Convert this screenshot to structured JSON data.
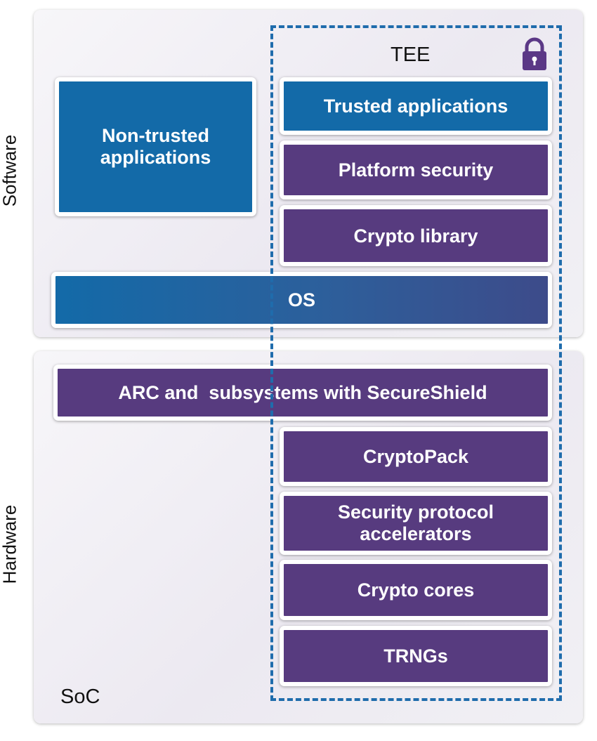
{
  "panels": {
    "software_label": "Software",
    "hardware_label": "Hardware",
    "soc_label": "SoC"
  },
  "tee": {
    "label": "TEE",
    "icon": "lock-icon"
  },
  "software": {
    "non_trusted": [
      "Non-trusted",
      "applications"
    ],
    "trusted_apps": "Trusted applications",
    "platform_security": "Platform security",
    "crypto_library": "Crypto library",
    "os": "OS"
  },
  "hardware": {
    "arc": "ARC and  subsystems with SecureShield",
    "cryptopack": "CryptoPack",
    "security_accel": [
      "Security protocol",
      "accelerators"
    ],
    "crypto_cores": "Crypto cores",
    "trngs": "TRNGs"
  },
  "colors": {
    "blue": "#136aa8",
    "purple": "#573b7f",
    "tee_border": "#1f6cac",
    "lock": "#5b3886"
  }
}
